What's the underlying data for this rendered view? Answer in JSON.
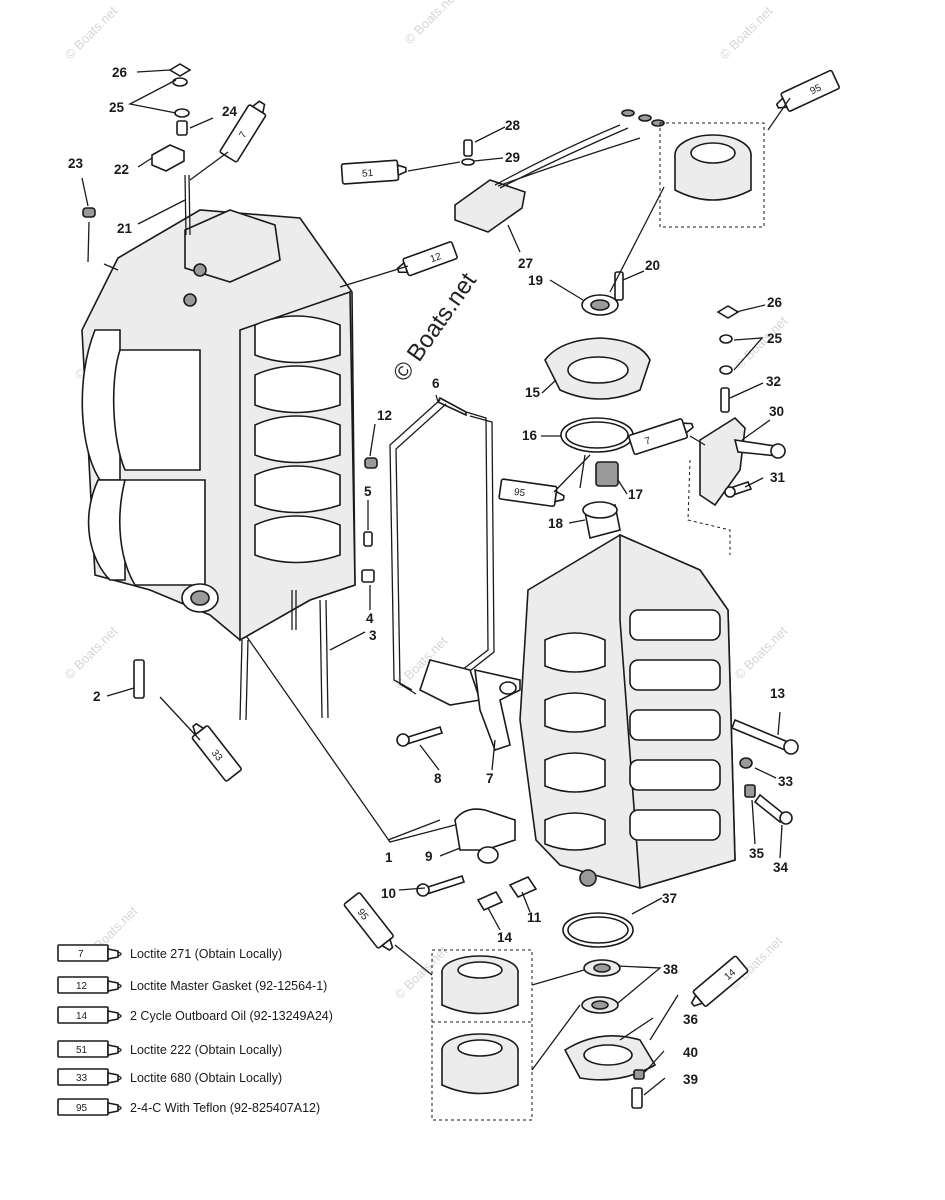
{
  "watermark": "© Boats.net",
  "callouts": [
    {
      "id": "c26a",
      "text": "26"
    },
    {
      "id": "c25a",
      "text": "25"
    },
    {
      "id": "c24",
      "text": "24"
    },
    {
      "id": "c23",
      "text": "23"
    },
    {
      "id": "c22",
      "text": "22"
    },
    {
      "id": "c21",
      "text": "21"
    },
    {
      "id": "c28",
      "text": "28"
    },
    {
      "id": "c29",
      "text": "29"
    },
    {
      "id": "c27",
      "text": "27"
    },
    {
      "id": "c19",
      "text": "19"
    },
    {
      "id": "c20",
      "text": "20"
    },
    {
      "id": "c26b",
      "text": "26"
    },
    {
      "id": "c25b",
      "text": "25"
    },
    {
      "id": "c32",
      "text": "32"
    },
    {
      "id": "c30",
      "text": "30"
    },
    {
      "id": "c31",
      "text": "31"
    },
    {
      "id": "c15",
      "text": "15"
    },
    {
      "id": "c16",
      "text": "16"
    },
    {
      "id": "c17",
      "text": "17"
    },
    {
      "id": "c18",
      "text": "18"
    },
    {
      "id": "c6",
      "text": "6"
    },
    {
      "id": "c12",
      "text": "12"
    },
    {
      "id": "c5",
      "text": "5"
    },
    {
      "id": "c4",
      "text": "4"
    },
    {
      "id": "c3",
      "text": "3"
    },
    {
      "id": "c2",
      "text": "2"
    },
    {
      "id": "c8",
      "text": "8"
    },
    {
      "id": "c7",
      "text": "7"
    },
    {
      "id": "c1",
      "text": "1"
    },
    {
      "id": "c9",
      "text": "9"
    },
    {
      "id": "c13",
      "text": "13"
    },
    {
      "id": "c33",
      "text": "33"
    },
    {
      "id": "c35",
      "text": "35"
    },
    {
      "id": "c34",
      "text": "34"
    },
    {
      "id": "c10",
      "text": "10"
    },
    {
      "id": "c11",
      "text": "11"
    },
    {
      "id": "c14",
      "text": "14"
    },
    {
      "id": "c37",
      "text": "37"
    },
    {
      "id": "c38",
      "text": "38"
    },
    {
      "id": "c36",
      "text": "36"
    },
    {
      "id": "c40",
      "text": "40"
    },
    {
      "id": "c39",
      "text": "39"
    }
  ],
  "tubes": {
    "t7a": "7",
    "t12a": "12",
    "t51": "51",
    "t95a": "95",
    "t7b": "7",
    "t95b": "95",
    "t33": "33",
    "t95c": "95",
    "t14": "14"
  },
  "legend": [
    {
      "code": "7",
      "text": "Loctite 271 (Obtain Locally)"
    },
    {
      "code": "12",
      "text": "Loctite Master Gasket (92-12564-1)"
    },
    {
      "code": "14",
      "text": "2 Cycle Outboard Oil (92-13249A24)"
    },
    {
      "code": "51",
      "text": "Loctite 222  (Obtain Locally)"
    },
    {
      "code": "33",
      "text": "Loctite 680 (Obtain Locally)"
    },
    {
      "code": "95",
      "text": "2-4-C  With Teflon (92-825407A12)"
    }
  ]
}
